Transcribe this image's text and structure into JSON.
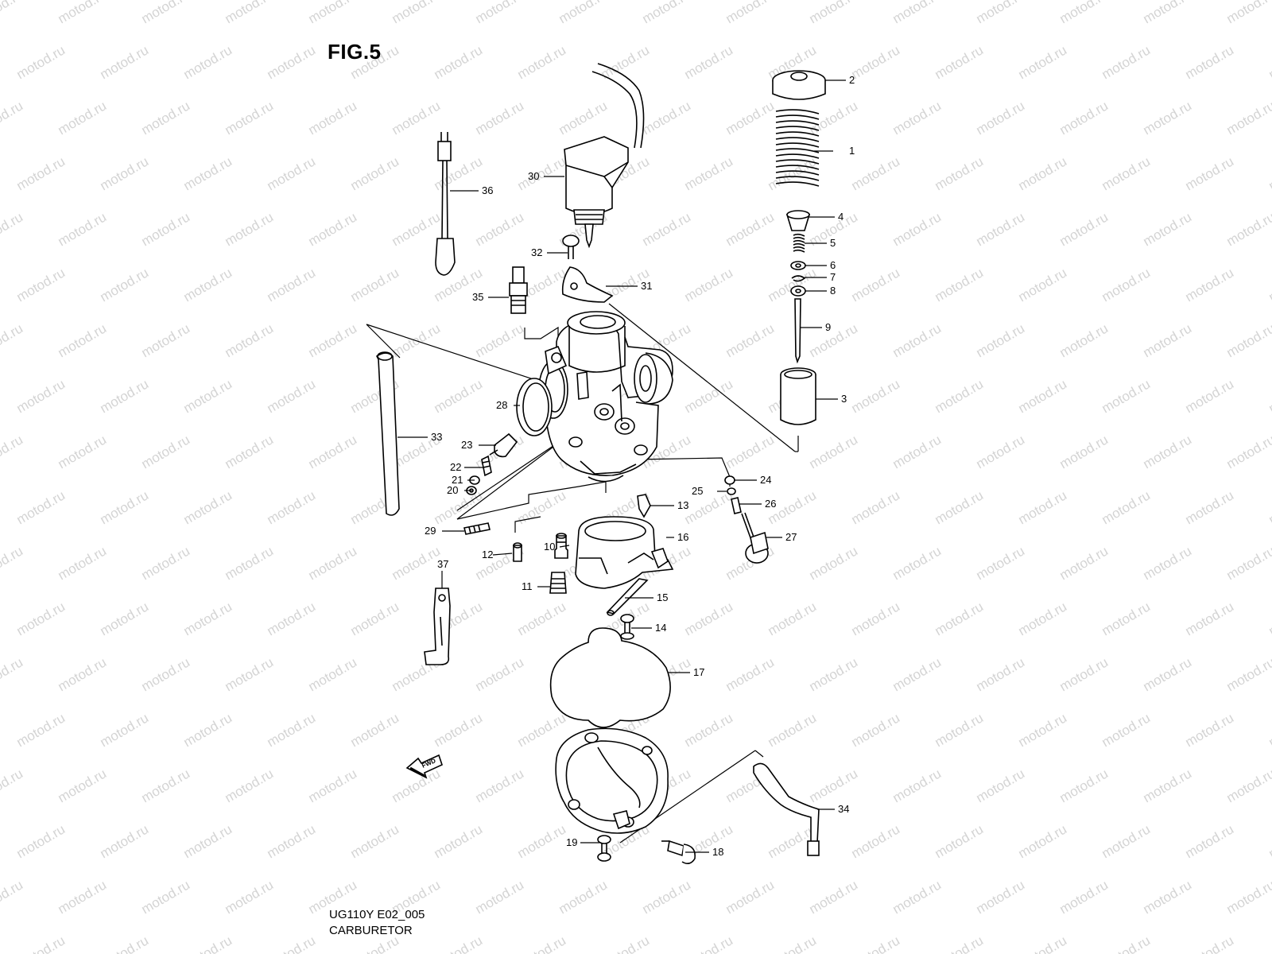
{
  "figure": {
    "title": "FIG.5",
    "model_code": "UG110Y E02_005",
    "caption": "CARBURETOR"
  },
  "watermark": {
    "text": "motod.ru",
    "color": "#d4d4d4"
  },
  "fwd_label": "FWD",
  "callouts": [
    {
      "id": "1",
      "text": "1"
    },
    {
      "id": "2",
      "text": "2"
    },
    {
      "id": "3",
      "text": "3"
    },
    {
      "id": "4",
      "text": "4"
    },
    {
      "id": "5",
      "text": "5"
    },
    {
      "id": "6",
      "text": "6"
    },
    {
      "id": "7",
      "text": "7"
    },
    {
      "id": "8",
      "text": "8"
    },
    {
      "id": "9",
      "text": "9"
    },
    {
      "id": "10",
      "text": "10"
    },
    {
      "id": "11",
      "text": "11"
    },
    {
      "id": "12",
      "text": "12"
    },
    {
      "id": "13",
      "text": "13"
    },
    {
      "id": "14",
      "text": "14"
    },
    {
      "id": "15",
      "text": "15"
    },
    {
      "id": "16",
      "text": "16"
    },
    {
      "id": "17",
      "text": "17"
    },
    {
      "id": "18",
      "text": "18"
    },
    {
      "id": "19",
      "text": "19"
    },
    {
      "id": "20",
      "text": "20"
    },
    {
      "id": "21",
      "text": "21"
    },
    {
      "id": "22",
      "text": "22"
    },
    {
      "id": "23",
      "text": "23"
    },
    {
      "id": "24",
      "text": "24"
    },
    {
      "id": "25",
      "text": "25"
    },
    {
      "id": "26",
      "text": "26"
    },
    {
      "id": "27",
      "text": "27"
    },
    {
      "id": "28",
      "text": "28"
    },
    {
      "id": "29",
      "text": "29"
    },
    {
      "id": "30",
      "text": "30"
    },
    {
      "id": "31",
      "text": "31"
    },
    {
      "id": "32",
      "text": "32"
    },
    {
      "id": "33",
      "text": "33"
    },
    {
      "id": "34",
      "text": "34"
    },
    {
      "id": "35",
      "text": "35"
    },
    {
      "id": "36",
      "text": "36"
    },
    {
      "id": "37",
      "text": "37"
    }
  ]
}
